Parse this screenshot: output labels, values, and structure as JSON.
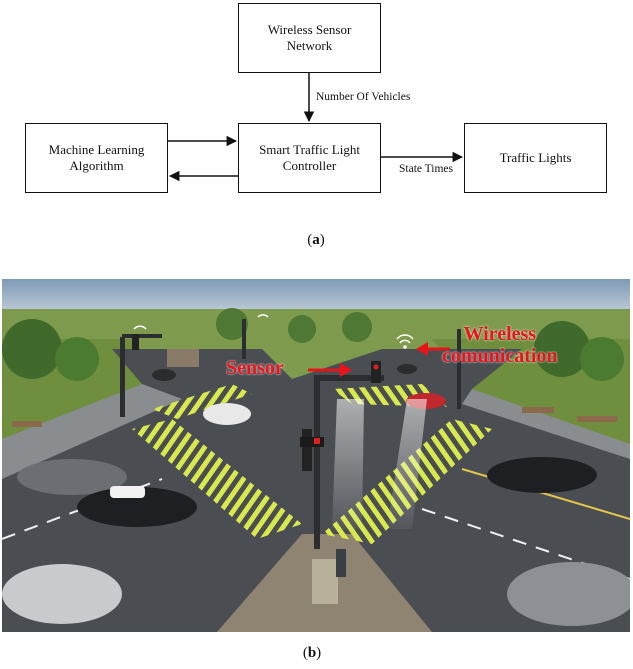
{
  "diagram": {
    "boxes": {
      "wsn": [
        "Wireless Sensor",
        "Network"
      ],
      "ml": [
        "Machine Learning",
        "Algorithm"
      ],
      "controller": [
        "Smart Traffic Light",
        "Controller"
      ],
      "lights": [
        "Traffic Lights"
      ]
    },
    "edges": {
      "wsn_to_controller": "Number Of Vehicles",
      "controller_to_lights": "State Times"
    },
    "caption": "a"
  },
  "scene": {
    "labels": {
      "sensor": "Sensor",
      "wireless": [
        "Wireless",
        "comunication"
      ]
    },
    "colors": {
      "annotation": "#e8141a",
      "crosswalk": "#d9e84a",
      "road": "#4a4d52",
      "grass": "#6f8f3e"
    },
    "caption": "b"
  }
}
